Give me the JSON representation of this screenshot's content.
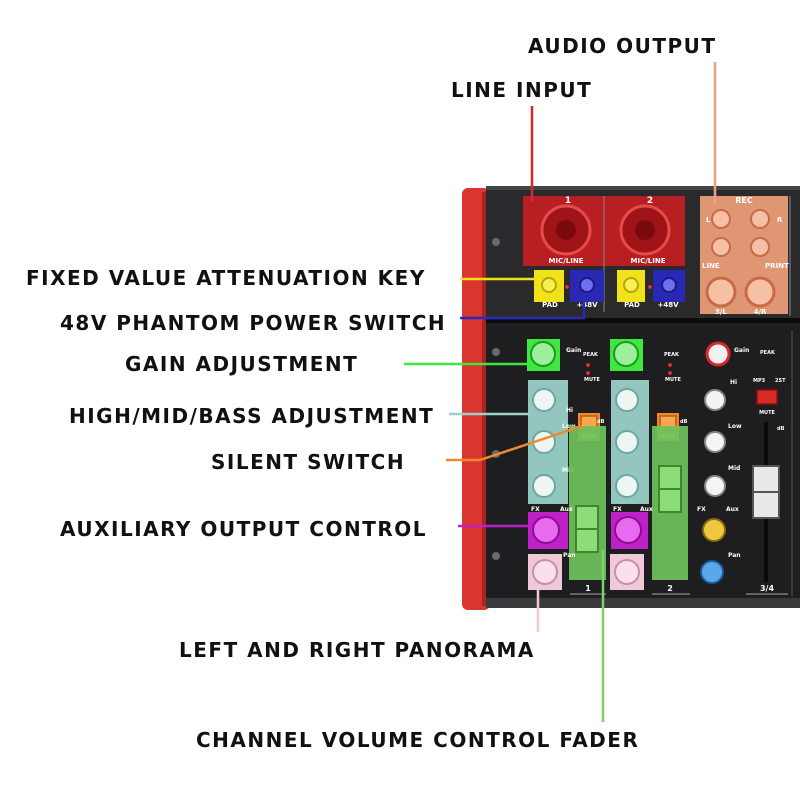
{
  "callouts": {
    "audio_output": "AUDIO OUTPUT",
    "line_input": "LINE INPUT",
    "fixed_value_attenuation_key": "FIXED VALUE ATTENUATION KEY",
    "phantom_power_switch": "48V PHANTOM POWER SWITCH",
    "gain_adjustment": "GAIN ADJUSTMENT",
    "high_mid_bass_adjustment": "HIGH/MID/BASS ADJUSTMENT",
    "silent_switch": "SILENT SWITCH",
    "auxiliary_output_control": "AUXILIARY OUTPUT CONTROL",
    "left_right_panorama": "LEFT AND RIGHT PANORAMA",
    "channel_volume_fader": "CHANNEL VOLUME CONTROL FADER"
  },
  "callout_colors": {
    "audio_output": "#f0a078",
    "line_input": "#d8282c",
    "fixed_value_attenuation_key": "#f2e21a",
    "phantom_power_switch": "#2a2ab8",
    "gain_adjustment": "#3ee83e",
    "high_mid_bass_adjustment": "#9ad0c8",
    "silent_switch": "#f08a28",
    "auxiliary_output_control": "#c020c8",
    "left_right_panorama": "#f0c8d8",
    "channel_volume_fader": "#7ed06e"
  },
  "panel": {
    "channel_1": "1",
    "channel_2": "2",
    "rec": "REC",
    "mic_line": "MIC/LINE",
    "pad": "PAD",
    "phantom": "+48V",
    "gain": "Gain",
    "peak": "PEAK",
    "mute": "MUTE",
    "hi": "Hi",
    "low": "Low",
    "mid": "Mid",
    "aux": "Aux",
    "fx": "FX",
    "pan": "Pan",
    "line": "LINE",
    "mp3": "MP3",
    "two_st": "2ST",
    "db": "dB",
    "stereo_3_4": "3/4",
    "rec_l": "L",
    "rec_r": "R",
    "print": "PRINT",
    "out_3l": "3/L",
    "out_4r": "4/R"
  }
}
